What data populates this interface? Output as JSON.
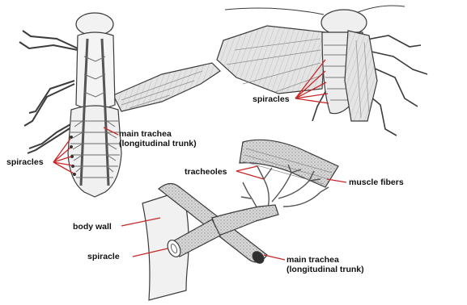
{
  "figure": {
    "colors": {
      "leader": "#c62828",
      "ink": "#3b3b3b",
      "shade": "#cfcfcf",
      "wing": "#dcdcdc",
      "background": "#ffffff"
    },
    "labels": {
      "fly_main_trachea_line1": "main trachea",
      "fly_main_trachea_line2": "(longitudinal trunk)",
      "fly_spiracles": "spiracles",
      "roach_spiracles": "spiracles",
      "tracheoles": "tracheoles",
      "muscle_fibers": "muscle fibers",
      "body_wall": "body wall",
      "spiracle": "spiracle",
      "trunk_main_trachea_line1": "main trachea",
      "trunk_main_trachea_line2": "(longitudinal trunk)"
    }
  }
}
